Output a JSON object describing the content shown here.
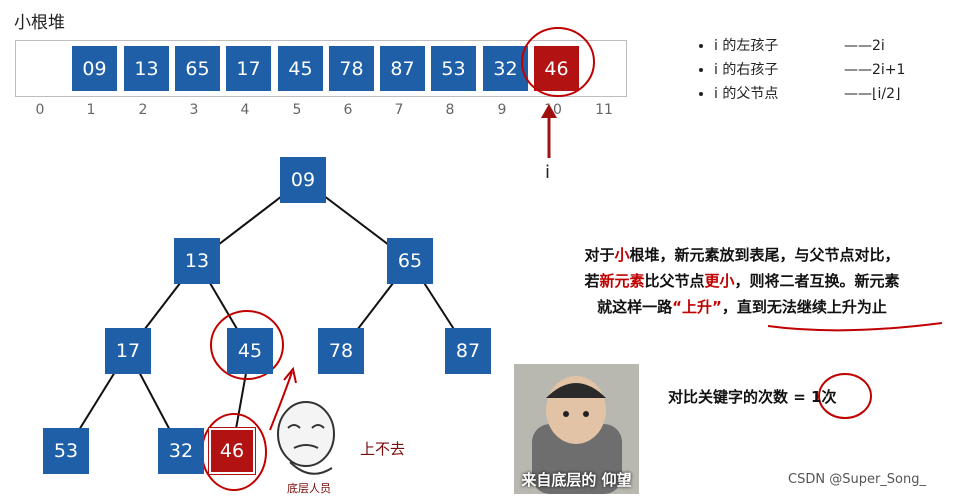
{
  "title": "小根堆",
  "array": {
    "indices": [
      "0",
      "1",
      "2",
      "3",
      "4",
      "5",
      "6",
      "7",
      "8",
      "9",
      "10",
      "11"
    ],
    "cells": [
      {
        "index": 1,
        "value": "09",
        "highlight": false
      },
      {
        "index": 2,
        "value": "13",
        "highlight": false
      },
      {
        "index": 3,
        "value": "65",
        "highlight": false
      },
      {
        "index": 4,
        "value": "17",
        "highlight": false
      },
      {
        "index": 5,
        "value": "45",
        "highlight": false
      },
      {
        "index": 6,
        "value": "78",
        "highlight": false
      },
      {
        "index": 7,
        "value": "87",
        "highlight": false
      },
      {
        "index": 8,
        "value": "53",
        "highlight": false
      },
      {
        "index": 9,
        "value": "32",
        "highlight": false
      },
      {
        "index": 10,
        "value": "46",
        "highlight": true
      }
    ],
    "pointer_label": "i"
  },
  "rules": [
    {
      "label": "i 的左孩子",
      "formula": "——2i"
    },
    {
      "label": "i 的右孩子",
      "formula": "——2i+1"
    },
    {
      "label": "i 的父节点",
      "formula": "——⌊i/2⌋"
    }
  ],
  "tree": {
    "nodes": [
      {
        "id": 1,
        "value": "09",
        "highlight": false
      },
      {
        "id": 2,
        "value": "13",
        "highlight": false
      },
      {
        "id": 3,
        "value": "65",
        "highlight": false
      },
      {
        "id": 4,
        "value": "17",
        "highlight": false
      },
      {
        "id": 5,
        "value": "45",
        "highlight": false
      },
      {
        "id": 6,
        "value": "78",
        "highlight": false
      },
      {
        "id": 7,
        "value": "87",
        "highlight": false
      },
      {
        "id": 8,
        "value": "53",
        "highlight": false
      },
      {
        "id": 9,
        "value": "32",
        "highlight": false
      },
      {
        "id": 10,
        "value": "46",
        "highlight": true
      }
    ],
    "edges": [
      [
        1,
        2
      ],
      [
        1,
        3
      ],
      [
        2,
        4
      ],
      [
        2,
        5
      ],
      [
        3,
        6
      ],
      [
        3,
        7
      ],
      [
        4,
        8
      ],
      [
        4,
        9
      ],
      [
        5,
        10
      ]
    ]
  },
  "description": {
    "line1_a": "对于",
    "line1_b": "小",
    "line1_c": "根堆，新元素放到表尾，与父节点对比，",
    "line2_a": "若",
    "line2_b": "新元素",
    "line2_c": "比父节点",
    "line2_d": "更小",
    "line2_e": "，则将二者互换。新元素",
    "line3_a": "就这样一路",
    "line3_b": "“上升”",
    "line3_c": "，直到无法继续上升为止"
  },
  "compare_count": "对比关键字的次数 = 1次",
  "cannot_rise": "上不去",
  "meme_caption": "底层人员",
  "photo_caption": "来自底层的 仰望",
  "watermark": "CSDN @Super_Song_",
  "colors": {
    "node": "#1f5fa8",
    "highlight": "#b31212",
    "annotation": "#c00000"
  }
}
